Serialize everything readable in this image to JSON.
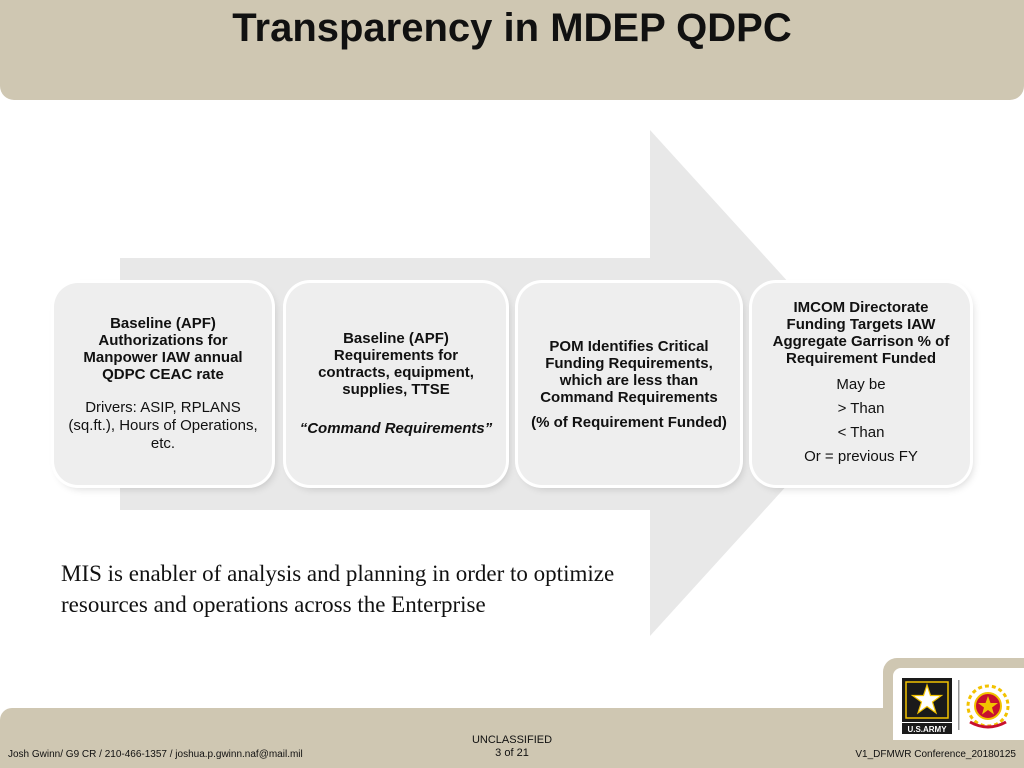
{
  "title": "Transparency in MDEP QDPC",
  "boxes": [
    {
      "heading": "Baseline (APF) Authorizations for Manpower IAW annual QDPC CEAC rate",
      "detail": "Drivers: ASIP, RPLANS (sq.ft.), Hours of Operations, etc."
    },
    {
      "heading": "Baseline (APF) Requirements for contracts, equipment, supplies, TTSE",
      "detail": "“Command Requirements”"
    },
    {
      "heading": "POM Identifies Critical Funding Requirements, which are less than Command Requirements",
      "detail": "(% of Requirement Funded)"
    },
    {
      "heading": "IMCOM Directorate Funding Targets IAW Aggregate Garrison % of Requirement Funded",
      "lines": [
        "May be",
        "> Than",
        "< Than",
        "Or = previous FY"
      ]
    }
  ],
  "mis_text": "MIS is enabler of analysis and planning in order to optimize resources and operations across the Enterprise",
  "footer": {
    "left": "Josh Gwinn/ G9 CR / 210-466-1357 / joshua.p.gwinn.naf@mail.mil",
    "classification": "UNCLASSIFIED",
    "page": "3 of 21",
    "right": "V1_DFMWR Conference_20180125",
    "army_logo_text": "U.S.ARMY"
  },
  "colors": {
    "band": "#cfc7b2",
    "arrow": "#e8e8e8",
    "box": "#eeeeee",
    "army_black": "#1a1a1a",
    "army_gold": "#f2c200",
    "insignia_red": "#c8102e"
  }
}
